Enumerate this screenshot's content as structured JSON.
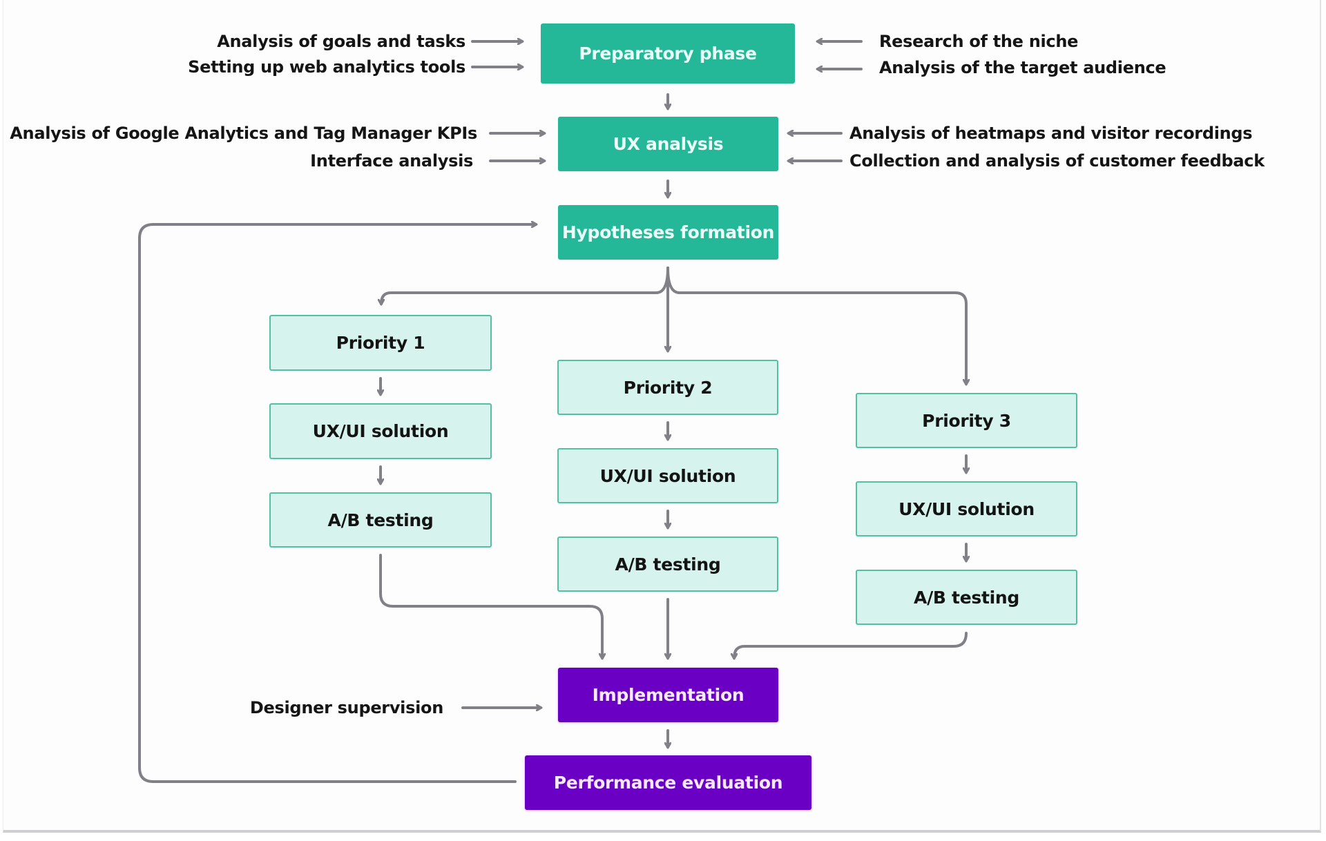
{
  "diagram": {
    "title": "UX optimization process flowchart",
    "colors": {
      "teal": "#25b898",
      "light_teal": "#d6f3ee",
      "light_teal_border": "#52c0a2",
      "purple": "#6a00c4",
      "connector": "#808086",
      "text": "#151515"
    },
    "stages": {
      "preparatory": "Preparatory phase",
      "ux_analysis": "UX analysis",
      "hypotheses": "Hypotheses formation",
      "implementation": "Implementation",
      "performance": "Performance evaluation"
    },
    "inputs": {
      "preparatory_left": [
        "Analysis of goals and tasks",
        "Setting up web analytics tools"
      ],
      "preparatory_right": [
        "Research of the niche",
        "Analysis of the target audience"
      ],
      "ux_left": [
        "Analysis of Google Analytics and Tag Manager KPIs",
        "Interface analysis"
      ],
      "ux_right": [
        "Analysis of heatmaps and visitor recordings",
        "Collection and analysis of customer feedback"
      ],
      "implementation_left": "Designer supervision"
    },
    "priorities": [
      {
        "name": "Priority 1",
        "solution": "UX/UI solution",
        "testing": "A/B testing"
      },
      {
        "name": "Priority 2",
        "solution": "UX/UI solution",
        "testing": "A/B testing"
      },
      {
        "name": "Priority 3",
        "solution": "UX/UI solution",
        "testing": "A/B testing"
      }
    ],
    "edges": [
      [
        "Preparatory phase",
        "UX analysis"
      ],
      [
        "UX analysis",
        "Hypotheses formation"
      ],
      [
        "Hypotheses formation",
        "Priority 1"
      ],
      [
        "Hypotheses formation",
        "Priority 2"
      ],
      [
        "Hypotheses formation",
        "Priority 3"
      ],
      [
        "A/B testing (Priority 1)",
        "Implementation"
      ],
      [
        "A/B testing (Priority 2)",
        "Implementation"
      ],
      [
        "A/B testing (Priority 3)",
        "Implementation"
      ],
      [
        "Implementation",
        "Performance evaluation"
      ],
      [
        "Performance evaluation",
        "Hypotheses formation"
      ]
    ]
  }
}
